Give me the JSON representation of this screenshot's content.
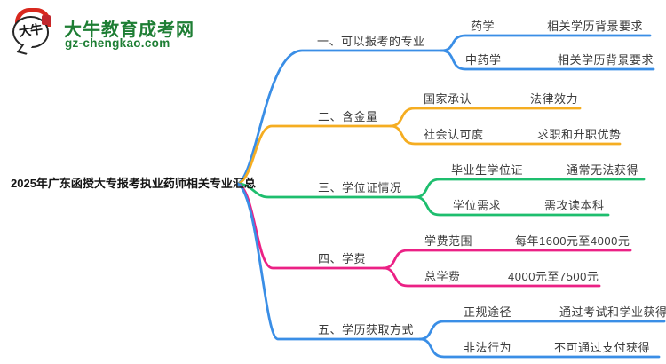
{
  "logo": {
    "icon_text": "大牛",
    "site_name": "大牛教育成考网",
    "site_url": "gz-chengkao.com",
    "brand_green": "#1e7e34",
    "seal_red": "#c1272d"
  },
  "title": "2025年广东函授大专报考执业药师相关专业汇总",
  "colors": {
    "blue": "#3a8ee6",
    "orange": "#f5ad21",
    "green": "#1ebe6e",
    "pink": "#eb2185",
    "text": "#3b3b3b"
  },
  "mindmap": {
    "branches": [
      {
        "label": "一、可以报考的专业",
        "color": "#3a8ee6",
        "children": [
          {
            "key": "药学",
            "value": "相关学历背景要求"
          },
          {
            "key": "中药学",
            "value": "相关学历背景要求"
          }
        ]
      },
      {
        "label": "二、含金量",
        "color": "#f5ad21",
        "children": [
          {
            "key": "国家承认",
            "value": "法律效力"
          },
          {
            "key": "社会认可度",
            "value": "求职和升职优势"
          }
        ]
      },
      {
        "label": "三、学位证情况",
        "color": "#1ebe6e",
        "children": [
          {
            "key": "毕业生学位证",
            "value": "通常无法获得"
          },
          {
            "key": "学位需求",
            "value": "需攻读本科"
          }
        ]
      },
      {
        "label": "四、学费",
        "color": "#eb2185",
        "children": [
          {
            "key": "学费范围",
            "value": "每年1600元至4000元"
          },
          {
            "key": "总学费",
            "value": "4000元至7500元"
          }
        ]
      },
      {
        "label": "五、学历获取方式",
        "color": "#3a8ee6",
        "children": [
          {
            "key": "正规途径",
            "value": "通过考试和学业获得"
          },
          {
            "key": "非法行为",
            "value": "不可通过支付获得"
          }
        ]
      }
    ]
  }
}
